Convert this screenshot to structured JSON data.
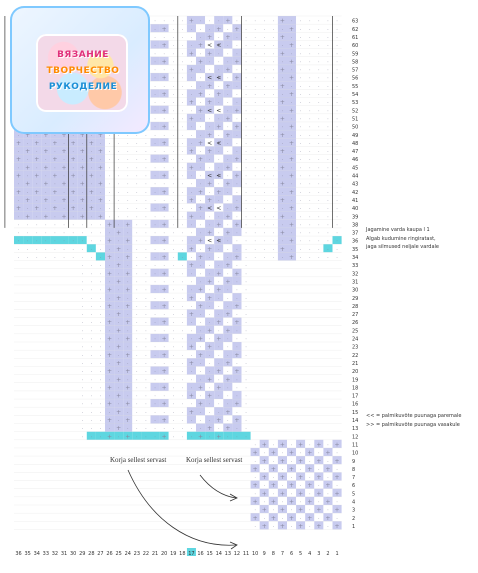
{
  "logo": {
    "line1": "ВЯЗАНИЕ",
    "line2": "ТВОРЧЕСТВО",
    "line3": "РУКОДЕЛИЕ"
  },
  "columns": [
    "36",
    "35",
    "34",
    "33",
    "32",
    "31",
    "30",
    "29",
    "28",
    "27",
    "26",
    "25",
    "24",
    "23",
    "22",
    "21",
    "20",
    "19",
    "18",
    "17",
    "16",
    "15",
    "14",
    "13",
    "12",
    "11",
    "10",
    "9",
    "8",
    "7",
    "6",
    "5",
    "4",
    "3",
    "2",
    "1"
  ],
  "highlighted_column": "17",
  "rows": [
    "63",
    "62",
    "61",
    "60",
    "59",
    "58",
    "57",
    "56",
    "55",
    "54",
    "53",
    "52",
    "51",
    "50",
    "49",
    "48",
    "47",
    "46",
    "45",
    "44",
    "43",
    "42",
    "41",
    "40",
    "39",
    "38",
    "37",
    "36",
    "35",
    "34",
    "33",
    "32",
    "31",
    "30",
    "29",
    "28",
    "27",
    "26",
    "25",
    "24",
    "23",
    "22",
    "21",
    "20",
    "19",
    "18",
    "17",
    "16",
    "15",
    "14",
    "13",
    "12",
    "11",
    "10",
    "9",
    "8",
    "7",
    "6",
    "5",
    "4",
    "3",
    "2",
    "1"
  ],
  "notes": {
    "row38": "Jagamine varda kaupa l 1",
    "row37": "Algab kudumine ringiratast,",
    "row36": "jaga silmused neljale vardale",
    "row15": "<< = palmikuvõte puunaga paremale",
    "row14": ">> = palmikuvõte puunaga vasakule"
  },
  "labels": {
    "edge_left": "Korja sellest servast",
    "edge_right": "Korja sellest servast"
  },
  "colors": {
    "lavender": "#c8cbef",
    "cyan": "#5ed6e0",
    "grid": "#d4d4d4",
    "dot": "#8888a0",
    "border": "#333333"
  }
}
